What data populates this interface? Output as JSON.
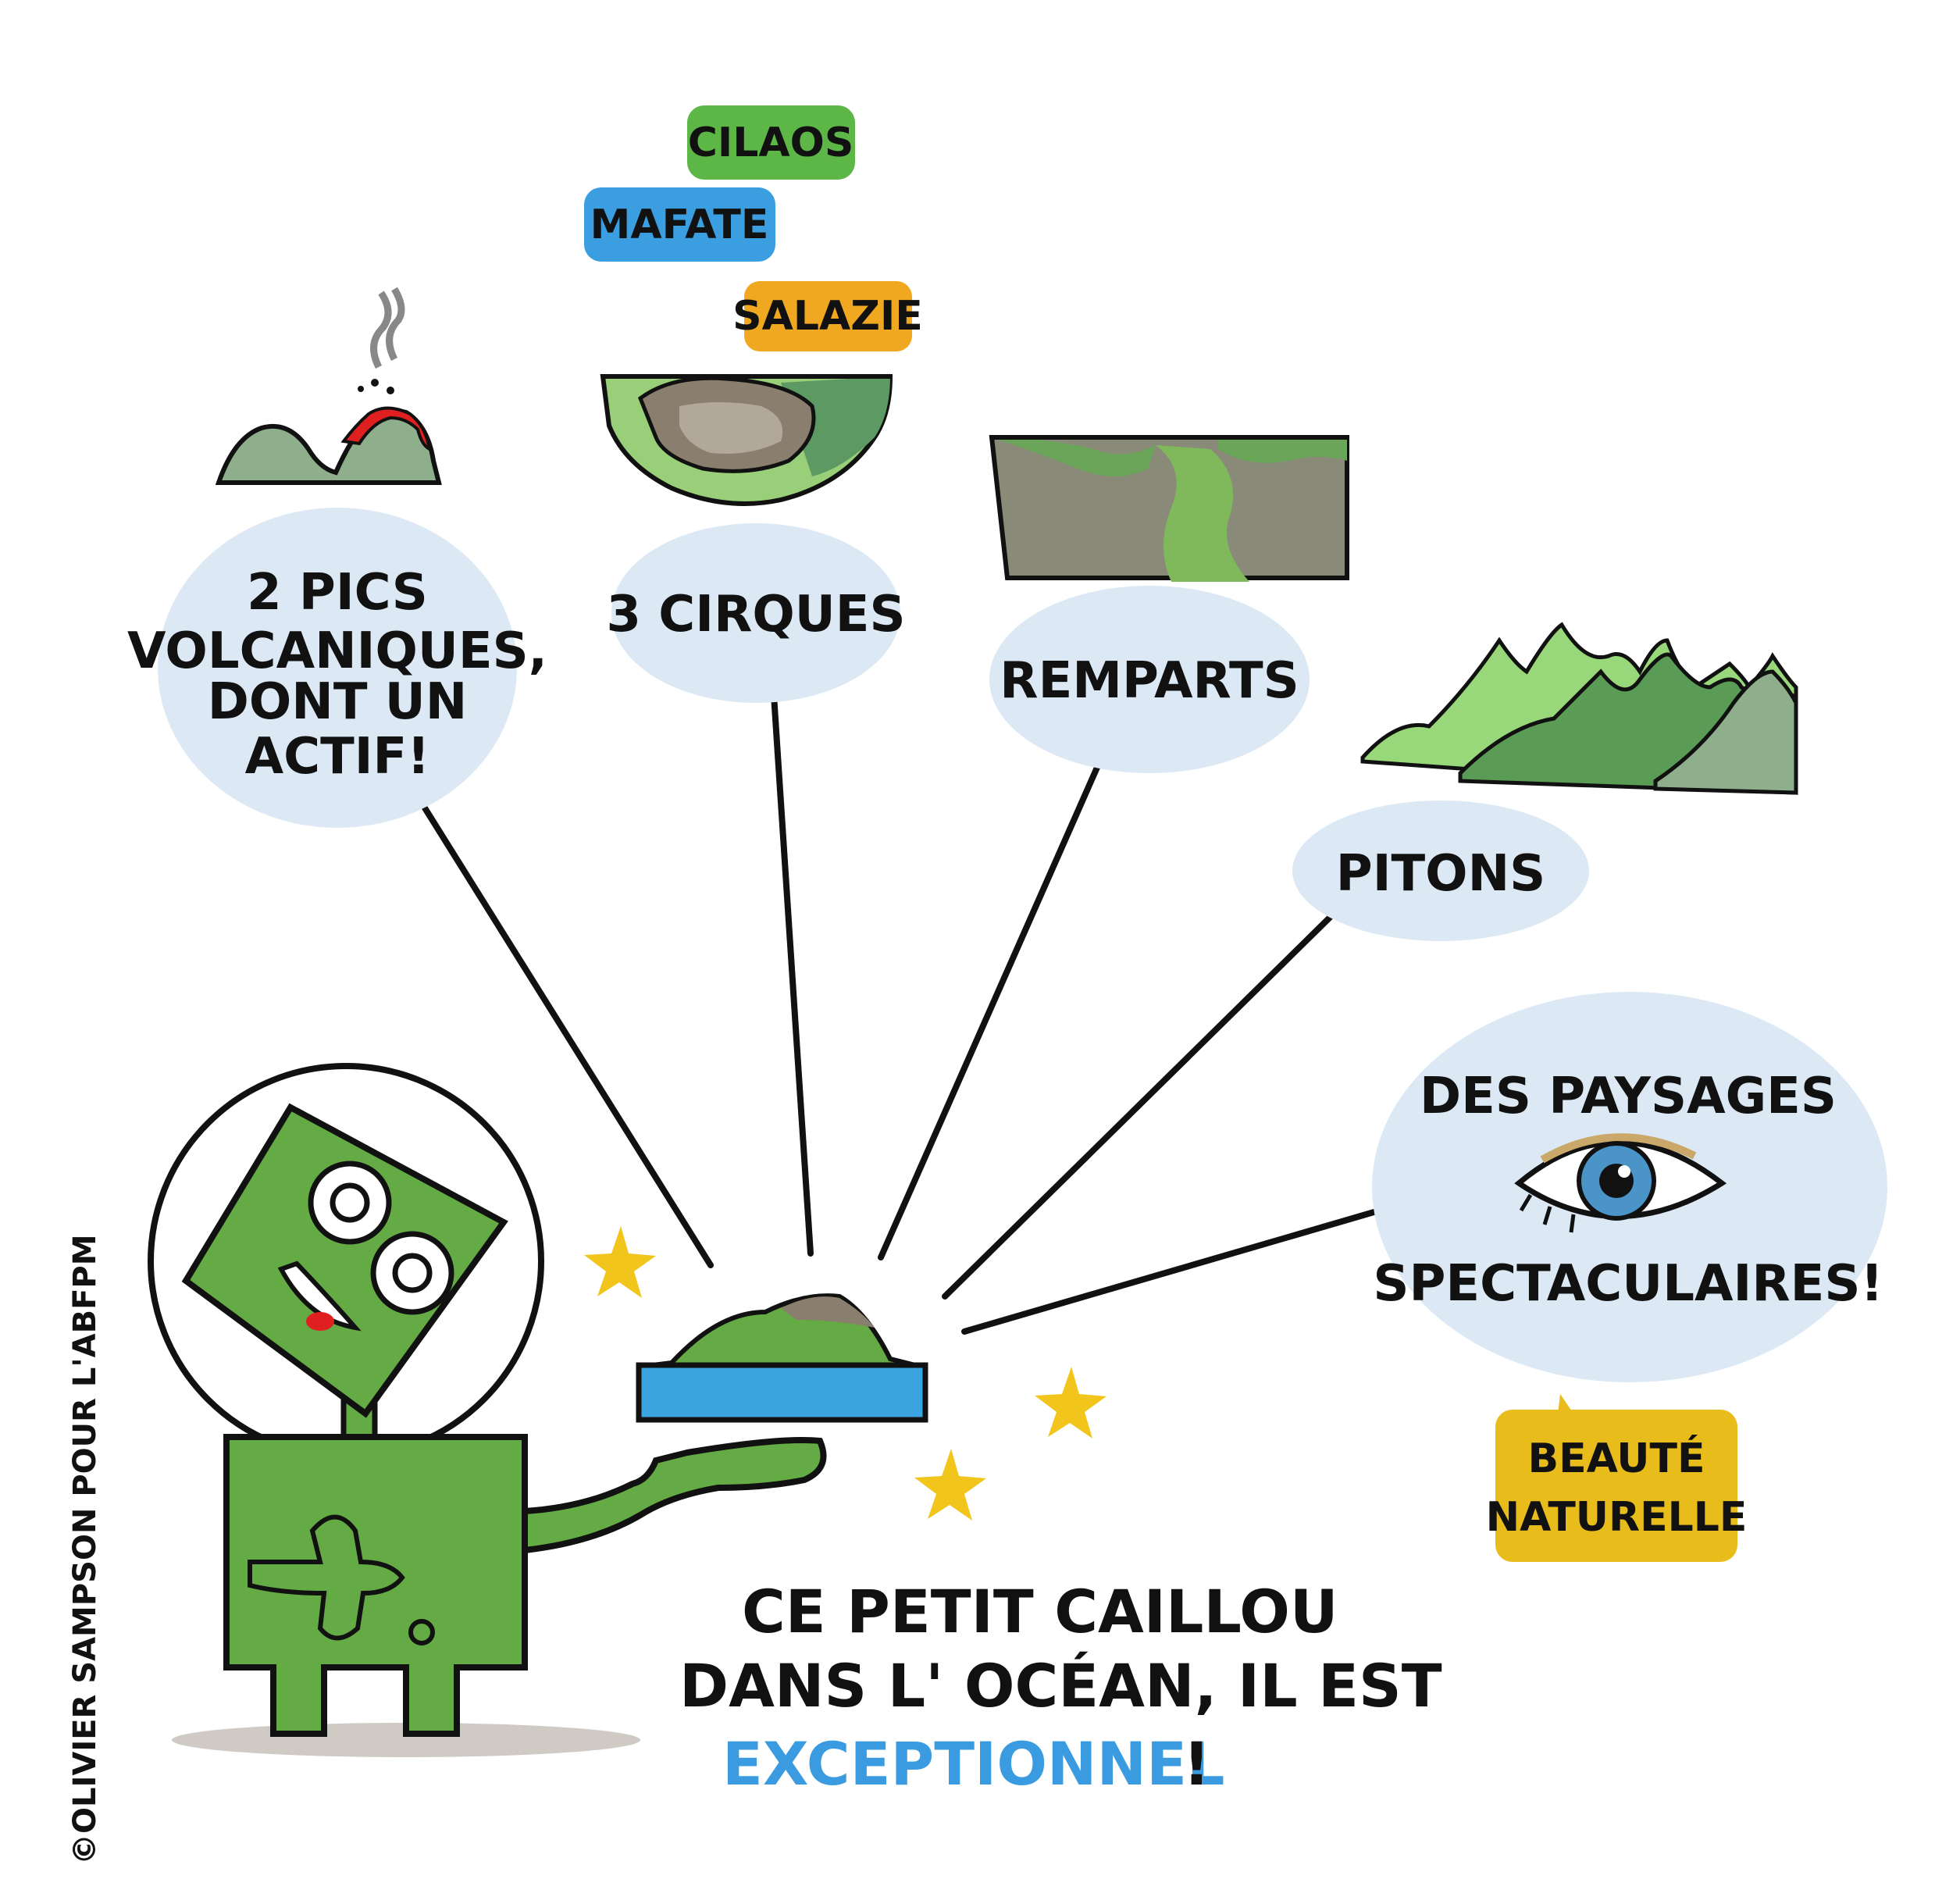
{
  "bubbles": {
    "volcanic": [
      "2 PICS",
      "VOLCANIQUES,",
      "DONT UN",
      "ACTIF!"
    ],
    "cirques": "3 CIRQUES",
    "remparts": "REMPARTS",
    "pitons": "PITONS",
    "paysages_top": "DES PAYSAGES",
    "paysages_bottom": "SPECTACULAIRES!"
  },
  "cirque_tags": {
    "cilaos": "CILAOS",
    "mafate": "MAFATE",
    "salazie": "SALAZIE"
  },
  "badge": [
    "BEAUTÉ",
    "NATURELLE"
  ],
  "caption": {
    "line1": "CE PETIT CAILLOU",
    "line2": "DANS L' OCÉAN, IL EST",
    "highlight": "EXCEPTIONNEL",
    "punct": "!"
  },
  "credit": "©OLIVIER SAMPSON POUR L'ABFPM",
  "colors": {
    "bubble": "#dce9f5",
    "green_tag": "#5cb746",
    "blue_tag": "#3a9ee0",
    "orange_tag": "#f0a820",
    "yellow_badge": "#e8bc1a",
    "alien_green": "#65ab45",
    "ocean_blue": "#3aa3e0",
    "star_yellow": "#f2c51d",
    "highlight_blue": "#3a9be0",
    "lava_red": "#e02020"
  }
}
